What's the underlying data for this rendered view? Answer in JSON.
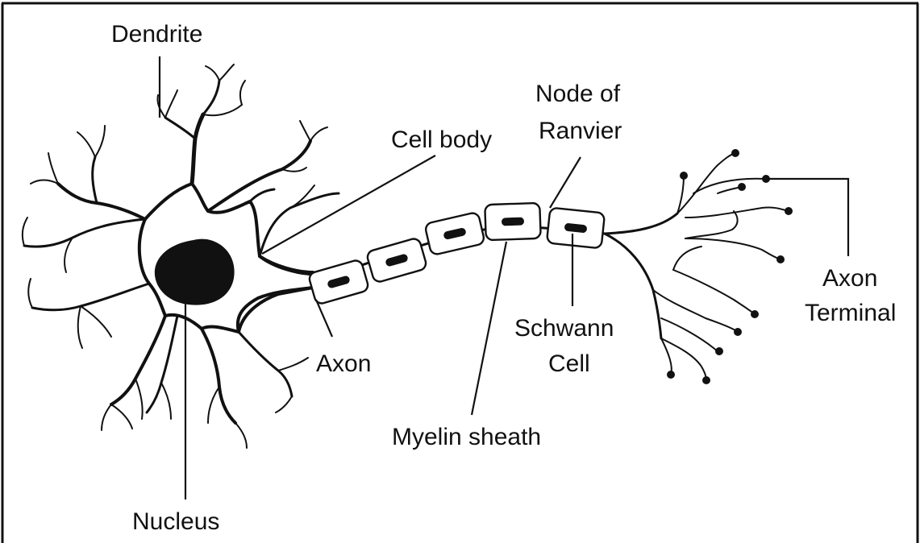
{
  "labels": {
    "dendrite": "Dendrite",
    "cell_body": "Cell body",
    "node_of_ranvier_line1": "Node of",
    "node_of_ranvier_line2": "Ranvier",
    "axon_terminal_line1": "Axon",
    "axon_terminal_line2": "Terminal",
    "axon": "Axon",
    "schwann_cell_line1": "Schwann",
    "schwann_cell_line2": "Cell",
    "myelin_sheath": "Myelin sheath",
    "nucleus": "Nucleus"
  },
  "colors": {
    "ink": "#111111",
    "background": "#ffffff"
  }
}
